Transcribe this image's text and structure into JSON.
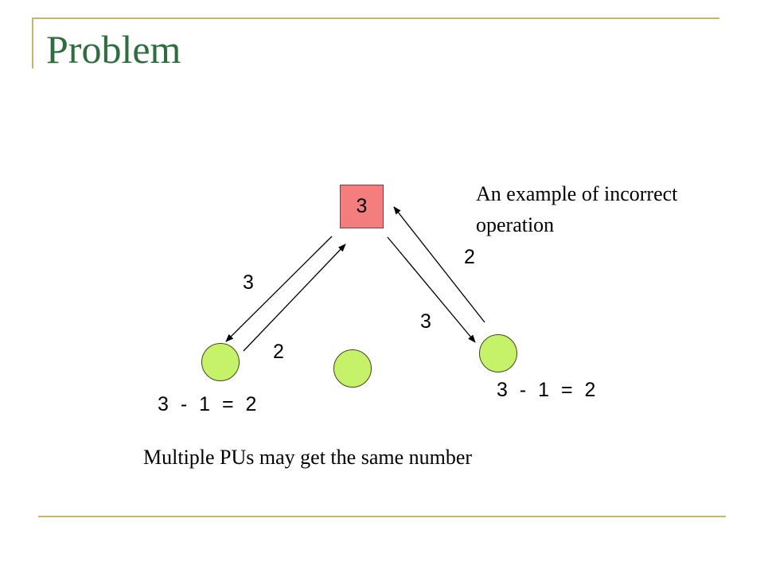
{
  "slide": {
    "title": "Problem",
    "counter_value": "3",
    "annotation": [
      "An example of incorrect",
      "operation"
    ],
    "arrow_labels": {
      "left_down": "3",
      "left_up": "2",
      "right_down": "3",
      "right_up": "2"
    },
    "equations": {
      "left": "3 - 1 = 2",
      "right": "3 - 1 = 2"
    },
    "caption": "Multiple PUs may get the same number"
  },
  "colors": {
    "title": "#2e6e3e",
    "rule": "#c9b26a",
    "counter_fill": "#f47d7d",
    "pu_fill": "#c6f26a"
  }
}
